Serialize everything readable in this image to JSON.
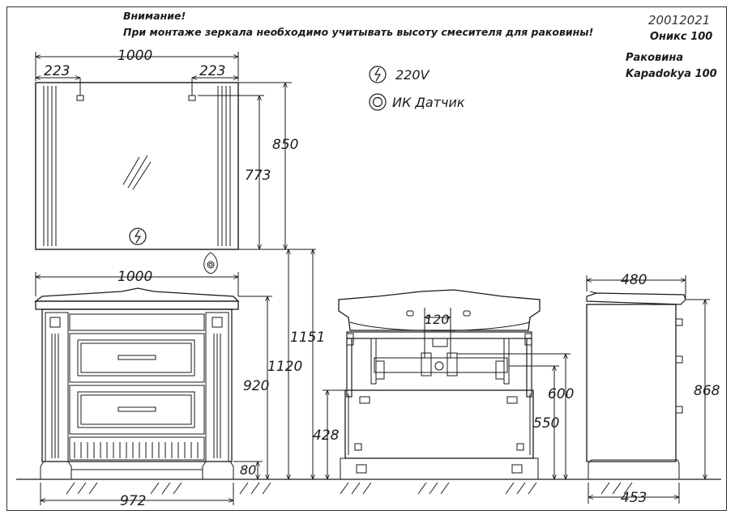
{
  "notes": {
    "warning_title": "Внимание!",
    "warning_text": "При монтаже зеркала необходимо учитывать высоту смесителя для раковины!",
    "code": "20012021",
    "model": "Оникс 100",
    "sink_label": "Раковина",
    "sink_model": "Kapadokya 100"
  },
  "legend": {
    "power": "220V",
    "sensor": "ИК  Датчик"
  },
  "dims": {
    "mirror_width": "1000",
    "mirror_left_offset": "223",
    "mirror_right_offset": "223",
    "mirror_height": "850",
    "mirror_inner_height": "773",
    "cabinet_width": "1000",
    "cabinet_height": "920",
    "mirror_bottom_height": "1151",
    "sink_top_height": "1120",
    "plinth_height": "80",
    "cabinet_base_width": "972",
    "pipe_spacing": "120",
    "outlet_height_600": "600",
    "outlet_height_550": "550",
    "drawer_height": "428",
    "side_depth_top": "480",
    "side_height": "868",
    "side_depth_bottom": "453"
  },
  "colors": {
    "line": "#1a1a1a",
    "frame": "#333333"
  }
}
